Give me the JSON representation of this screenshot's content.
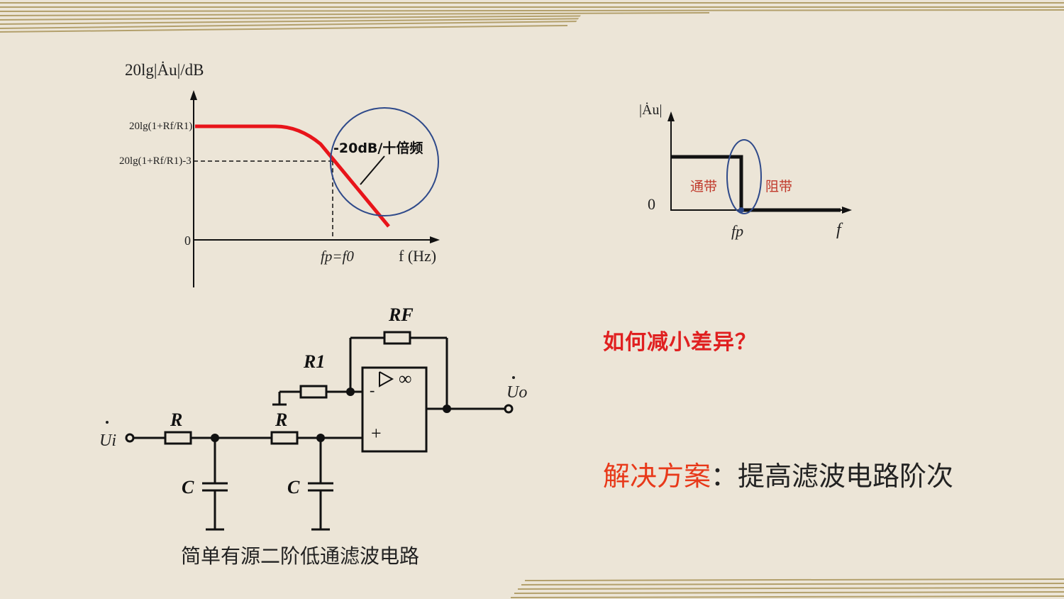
{
  "bode": {
    "y_axis_label": "20lg|Ȧu|/dB",
    "level_high": "20lg(1+Rf/R1)",
    "level_minus3": "20lg(1+Rf/R1)-3",
    "origin": "0",
    "x_axis_label": "f (Hz)",
    "corner_label": "fp=f0",
    "slope_label": "-20dB/十倍频"
  },
  "ideal": {
    "y_axis_label": "|Ȧu|",
    "origin": "0",
    "x_axis_label": "f",
    "corner_label": "fp",
    "passband": "通带",
    "stopband": "阻带"
  },
  "circuit": {
    "input_label": "Ui",
    "output_label": "Uo",
    "r_first": "R",
    "r_second": "R",
    "r1": "R1",
    "rf": "RF",
    "c_first": "C",
    "c_second": "C",
    "opamp_gain": "∞",
    "minus_sign": "-",
    "plus_sign": "+",
    "caption": "简单有源二阶低通滤波电路"
  },
  "question": "如何减小差异？",
  "solution": {
    "key": "解决方案",
    "sep": "：",
    "text": "提高滤波电路阶次"
  },
  "colors": {
    "background": "#ece5d7",
    "accent_red": "#e02020",
    "curve_red": "#e8141a",
    "circle_blue": "#2f4a8a",
    "stripe_gold": "#b9a776"
  }
}
